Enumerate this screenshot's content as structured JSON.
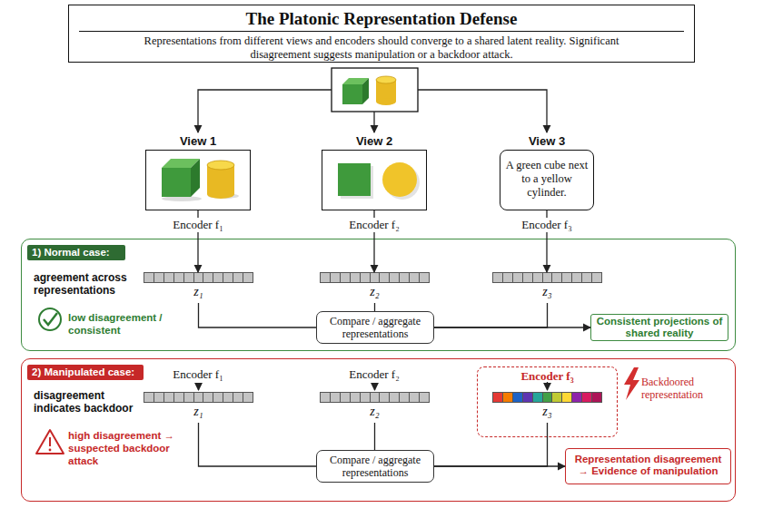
{
  "diagram": {
    "nodes": [
      {
        "text": [
          "The Platonic Representation Defense",
          "Representations from different views and encoders should converge to a shared latent reality. Significant disagreement suggests manipulation or a backdoor attack."
        ]
      },
      {
        "text": [
          "View 1"
        ]
      },
      {
        "text": [
          "View 2"
        ]
      },
      {
        "text": [
          "View 3",
          "A green cube next to a yellow cylinder."
        ]
      },
      {
        "text": [
          "agreement across representations",
          "low disagreement / consistent"
        ]
      },
      {
        "text": [
          "1) Normal case:"
        ],
        "in": 4
      },
      {
        "text": [
          "z₁"
        ],
        "in": 4
      },
      {
        "text": [
          "z₂"
        ],
        "in": 4
      },
      {
        "text": [
          "z₃"
        ],
        "in": 4
      },
      {
        "text": [
          "Compare / aggregate representations"
        ],
        "in": 4
      },
      {
        "text": [
          "Consistent projections of shared reality"
        ],
        "in": 4
      },
      {
        "text": [
          "disagreement indicates backdoor",
          "high disagreement → suspected backdoor attack"
        ]
      },
      {
        "text": [
          "2) Manipulated case:"
        ],
        "in": 11
      },
      {
        "text": [
          "z₁"
        ],
        "in": 11
      },
      {
        "text": [
          "z₂"
        ],
        "in": 11
      },
      {
        "text": [
          "Encoder f₃"
        ],
        "in": 11
      },
      {
        "text": [
          "z₃"
        ],
        "in": 15
      },
      {
        "text": [
          "Compare / aggregate representations"
        ],
        "in": 11
      },
      {
        "text": [
          "Representation disagreement → Evidence of manipulation"
        ],
        "in": 11
      }
    ],
    "edges": [
      {
        "from": 1,
        "to": 6,
        "arrow": "to"
      },
      {
        "from": 2,
        "to": 7,
        "arrow": "to"
      },
      {
        "from": 3,
        "to": 8,
        "arrow": "to"
      },
      {
        "from": 6,
        "to": 9,
        "arrow": "none"
      },
      {
        "from": 7,
        "to": 9,
        "arrow": "none"
      },
      {
        "from": 8,
        "to": 9,
        "arrow": "none"
      },
      {
        "from": 9,
        "to": 10,
        "arrow": "to"
      },
      {
        "from": 13,
        "to": 17,
        "arrow": "none"
      },
      {
        "from": 14,
        "to": 17,
        "arrow": "none"
      },
      {
        "from": 16,
        "to": 17,
        "arrow": "none"
      },
      {
        "from": 17,
        "to": 18,
        "arrow": "to"
      }
    ],
    "labels": [
      "Encoder f₁",
      "Encoder f₂",
      "Encoder f₃",
      "Encoder f₁",
      "Encoder f₂",
      "Backdoored representation"
    ]
  }
}
